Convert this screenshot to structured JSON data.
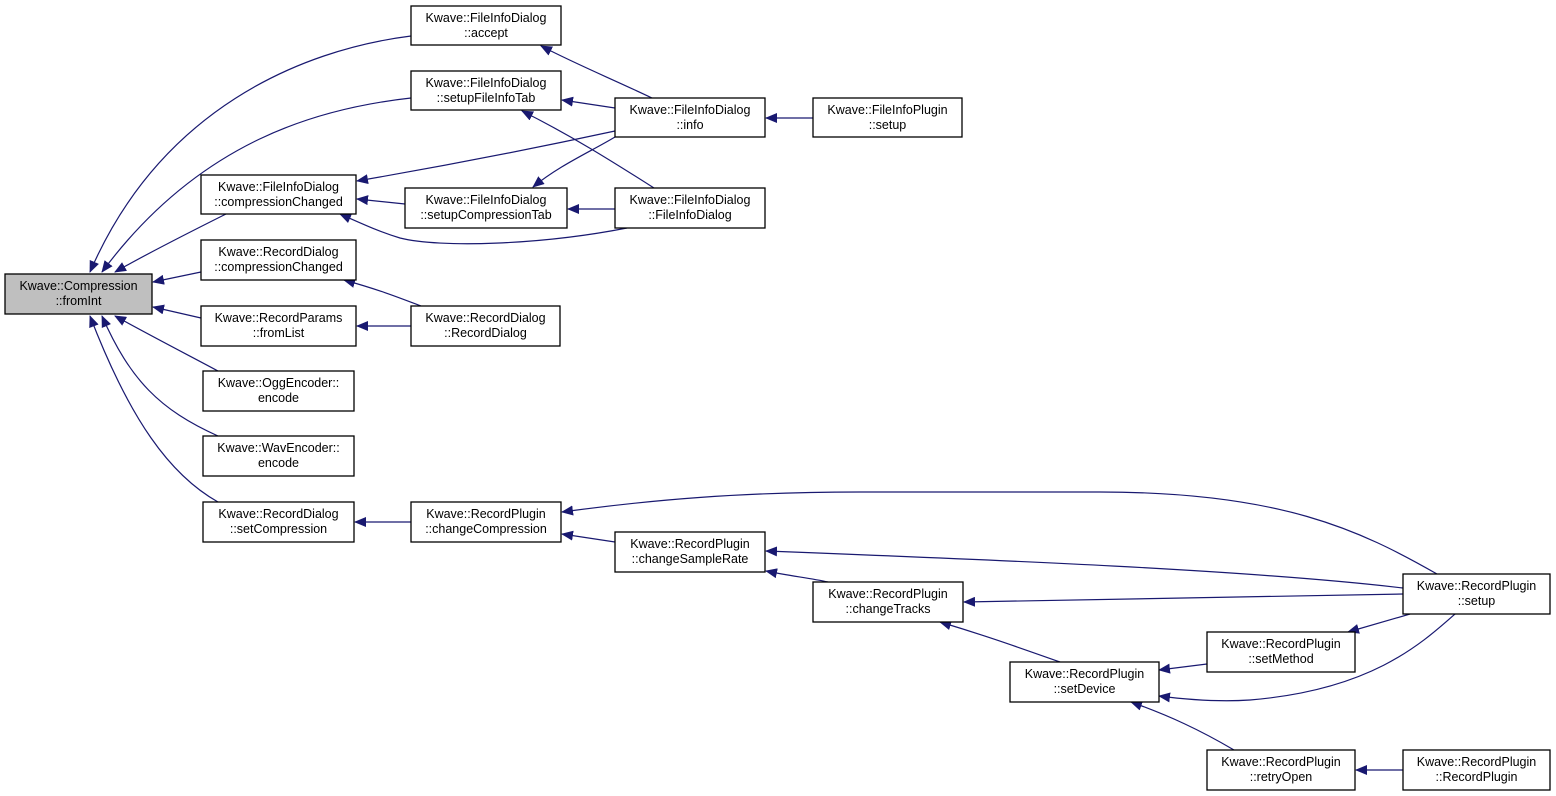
{
  "nodes": [
    {
      "id": "root",
      "lines": [
        "Kwave::Compression",
        "::fromInt"
      ],
      "highlighted": true
    },
    {
      "id": "fid_accept",
      "lines": [
        "Kwave::FileInfoDialog",
        "::accept"
      ]
    },
    {
      "id": "fid_setupFileInfoTab",
      "lines": [
        "Kwave::FileInfoDialog",
        "::setupFileInfoTab"
      ]
    },
    {
      "id": "fid_compressionChanged",
      "lines": [
        "Kwave::FileInfoDialog",
        "::compressionChanged"
      ]
    },
    {
      "id": "fid_setupCompressionTab",
      "lines": [
        "Kwave::FileInfoDialog",
        "::setupCompressionTab"
      ]
    },
    {
      "id": "fid_info",
      "lines": [
        "Kwave::FileInfoDialog",
        "::info"
      ]
    },
    {
      "id": "fid_ctor",
      "lines": [
        "Kwave::FileInfoDialog",
        "::FileInfoDialog"
      ]
    },
    {
      "id": "fip_setup",
      "lines": [
        "Kwave::FileInfoPlugin",
        "::setup"
      ]
    },
    {
      "id": "rd_compressionChanged",
      "lines": [
        "Kwave::RecordDialog",
        "::compressionChanged"
      ]
    },
    {
      "id": "rp_fromList",
      "lines": [
        "Kwave::RecordParams",
        "::fromList"
      ]
    },
    {
      "id": "rd_ctor",
      "lines": [
        "Kwave::RecordDialog",
        "::RecordDialog"
      ]
    },
    {
      "id": "ogg_encode",
      "lines": [
        "Kwave::OggEncoder::",
        "encode"
      ]
    },
    {
      "id": "wav_encode",
      "lines": [
        "Kwave::WavEncoder::",
        "encode"
      ]
    },
    {
      "id": "rd_setCompression",
      "lines": [
        "Kwave::RecordDialog",
        "::setCompression"
      ]
    },
    {
      "id": "rpl_changeCompression",
      "lines": [
        "Kwave::RecordPlugin",
        "::changeCompression"
      ]
    },
    {
      "id": "rpl_changeSampleRate",
      "lines": [
        "Kwave::RecordPlugin",
        "::changeSampleRate"
      ]
    },
    {
      "id": "rpl_changeTracks",
      "lines": [
        "Kwave::RecordPlugin",
        "::changeTracks"
      ]
    },
    {
      "id": "rpl_setup",
      "lines": [
        "Kwave::RecordPlugin",
        "::setup"
      ]
    },
    {
      "id": "rpl_setMethod",
      "lines": [
        "Kwave::RecordPlugin",
        "::setMethod"
      ]
    },
    {
      "id": "rpl_setDevice",
      "lines": [
        "Kwave::RecordPlugin",
        "::setDevice"
      ]
    },
    {
      "id": "rpl_retryOpen",
      "lines": [
        "Kwave::RecordPlugin",
        "::retryOpen"
      ]
    },
    {
      "id": "rpl_ctor",
      "lines": [
        "Kwave::RecordPlugin",
        "::RecordPlugin"
      ]
    }
  ],
  "edges": [
    {
      "from": "fid_accept",
      "to": "root"
    },
    {
      "from": "fid_setupFileInfoTab",
      "to": "root"
    },
    {
      "from": "fid_compressionChanged",
      "to": "root"
    },
    {
      "from": "rd_compressionChanged",
      "to": "root"
    },
    {
      "from": "rp_fromList",
      "to": "root"
    },
    {
      "from": "ogg_encode",
      "to": "root"
    },
    {
      "from": "wav_encode",
      "to": "root"
    },
    {
      "from": "rd_setCompression",
      "to": "root"
    },
    {
      "from": "fid_info",
      "to": "fid_accept"
    },
    {
      "from": "fid_info",
      "to": "fid_setupFileInfoTab"
    },
    {
      "from": "fid_ctor",
      "to": "fid_setupFileInfoTab"
    },
    {
      "from": "fid_info",
      "to": "fid_compressionChanged"
    },
    {
      "from": "fid_setupCompressionTab",
      "to": "fid_compressionChanged"
    },
    {
      "from": "fid_ctor",
      "to": "fid_compressionChanged"
    },
    {
      "from": "fid_info",
      "to": "fid_setupCompressionTab"
    },
    {
      "from": "fid_ctor",
      "to": "fid_setupCompressionTab"
    },
    {
      "from": "fip_setup",
      "to": "fid_info"
    },
    {
      "from": "rd_ctor",
      "to": "rd_compressionChanged"
    },
    {
      "from": "rd_ctor",
      "to": "rp_fromList"
    },
    {
      "from": "rpl_changeCompression",
      "to": "rd_setCompression"
    },
    {
      "from": "rpl_setup",
      "to": "rpl_changeCompression"
    },
    {
      "from": "rpl_changeSampleRate",
      "to": "rpl_changeCompression"
    },
    {
      "from": "rpl_setup",
      "to": "rpl_changeSampleRate"
    },
    {
      "from": "rpl_changeTracks",
      "to": "rpl_changeSampleRate"
    },
    {
      "from": "rpl_setup",
      "to": "rpl_changeTracks"
    },
    {
      "from": "rpl_setDevice",
      "to": "rpl_changeTracks"
    },
    {
      "from": "rpl_setMethod",
      "to": "rpl_setup"
    },
    {
      "from": "rpl_setDevice",
      "to": "rpl_setMethod"
    },
    {
      "from": "rpl_setup",
      "to": "rpl_setDevice"
    },
    {
      "from": "rpl_retryOpen",
      "to": "rpl_setDevice"
    },
    {
      "from": "rpl_ctor",
      "to": "rpl_retryOpen"
    }
  ],
  "colors": {
    "edge": "#191970",
    "highlight_fill": "#bfbfbf",
    "node_fill": "#ffffff",
    "node_stroke": "#000000"
  }
}
